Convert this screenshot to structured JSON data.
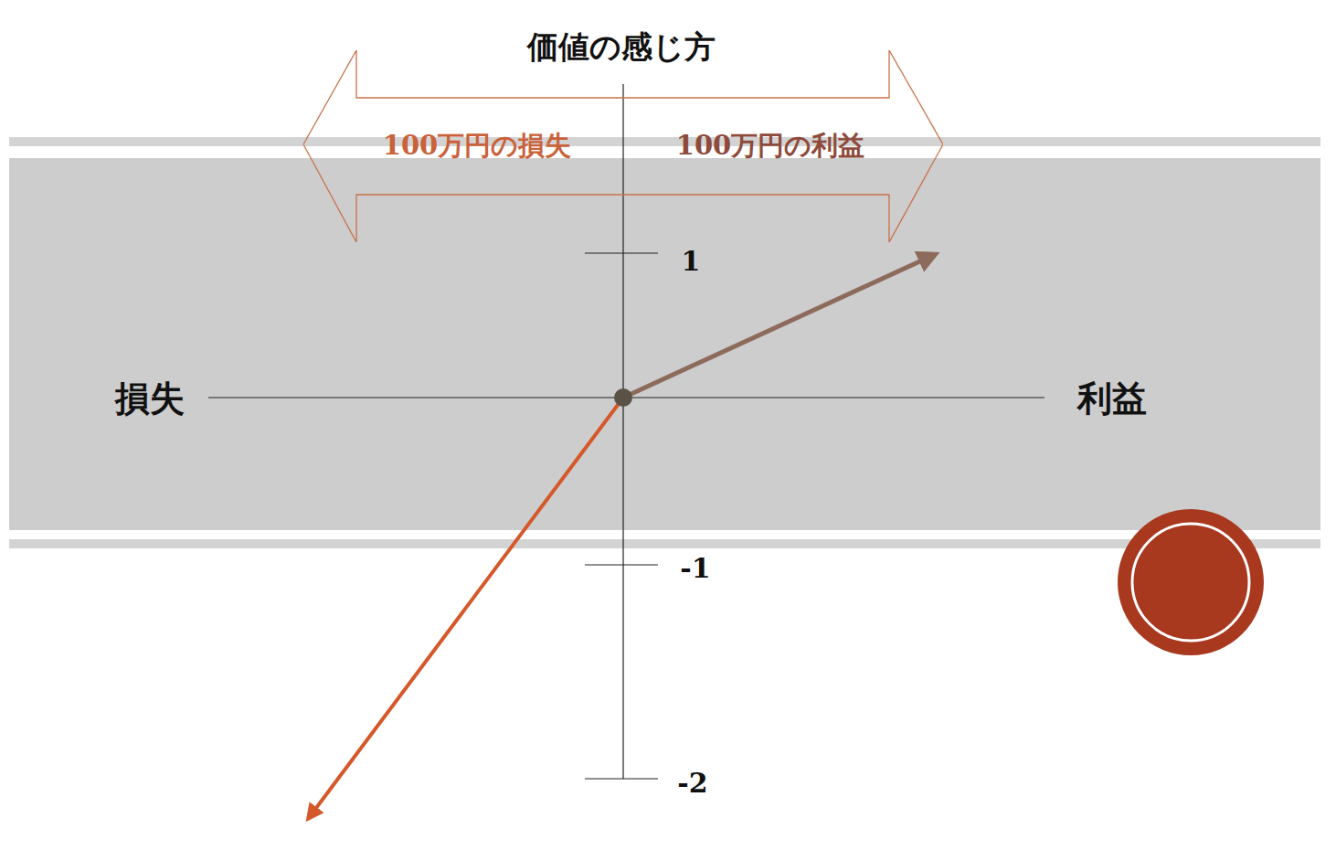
{
  "diagram": {
    "title": "価値の感じ方",
    "nodes": [
      {
        "text": [
          "100万円の損失",
          "100万円の利益"
        ]
      }
    ],
    "labels": [
      "1",
      "損失",
      "利益",
      "-1",
      "-2"
    ]
  }
}
